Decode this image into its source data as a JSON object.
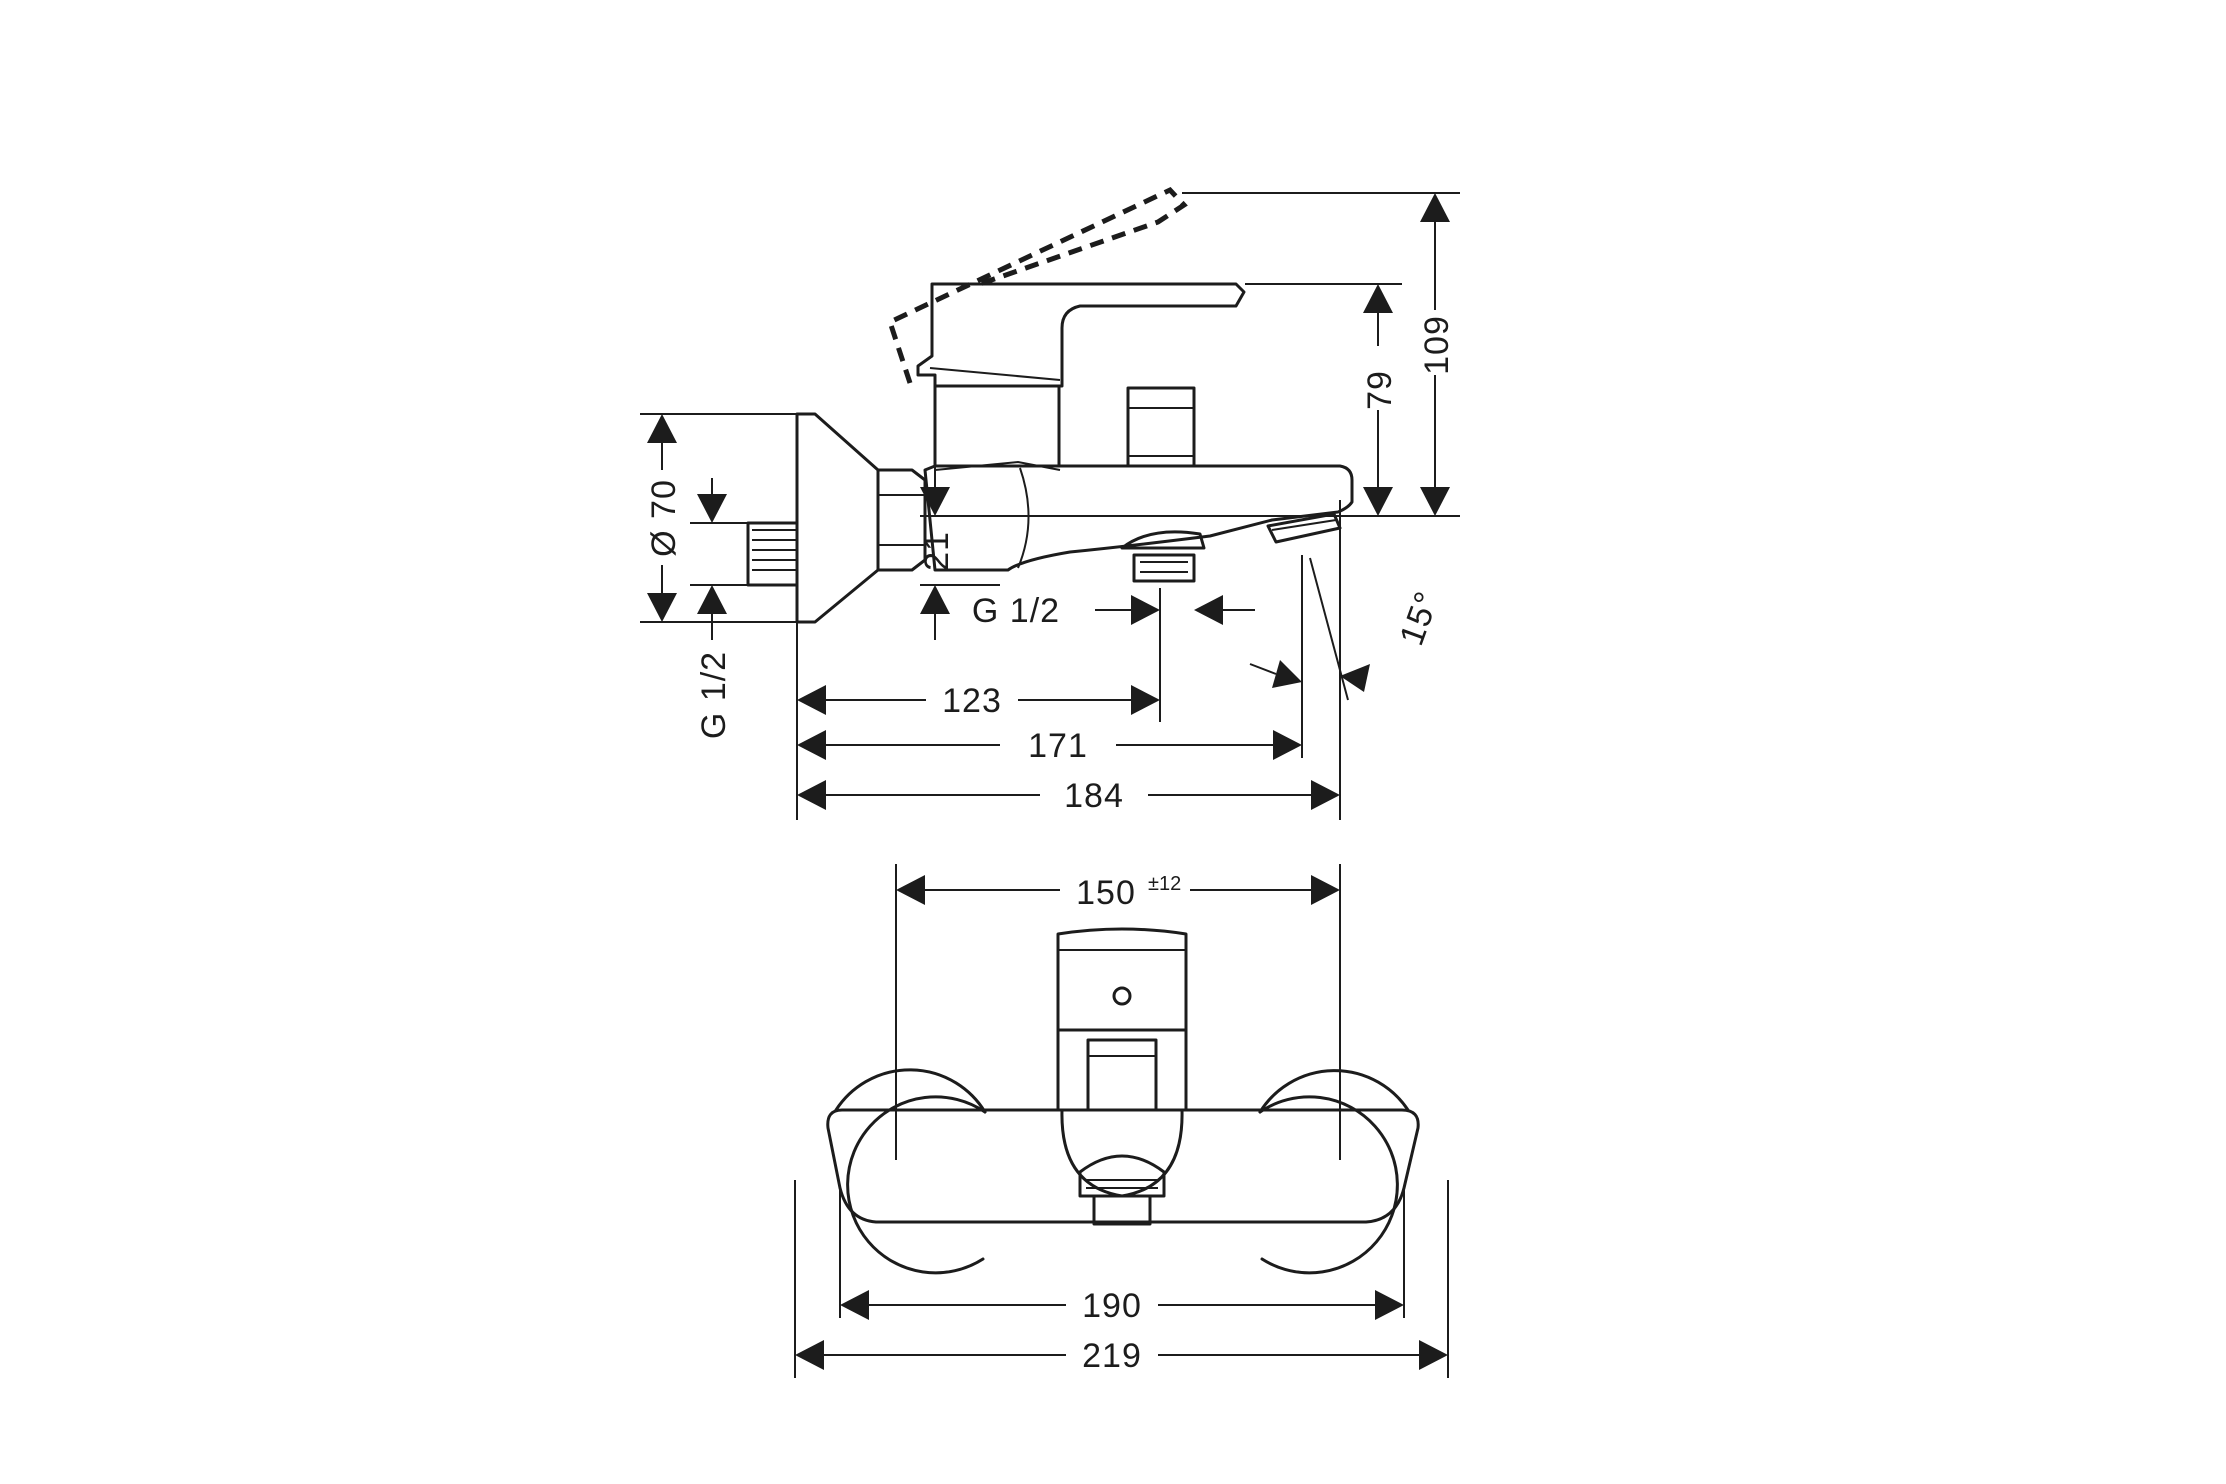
{
  "side_view": {
    "dims": {
      "d109": "109",
      "d79": "79",
      "d70": "Ø 70",
      "d21": "21",
      "g_outlet": "G 1/2",
      "g_inlet": "G 1/2",
      "angle": "15°",
      "d123": "123",
      "d171": "171",
      "d184": "184"
    }
  },
  "front_view": {
    "dims": {
      "d150": "150",
      "d150_tol": "±12",
      "d190": "190",
      "d219": "219"
    }
  }
}
